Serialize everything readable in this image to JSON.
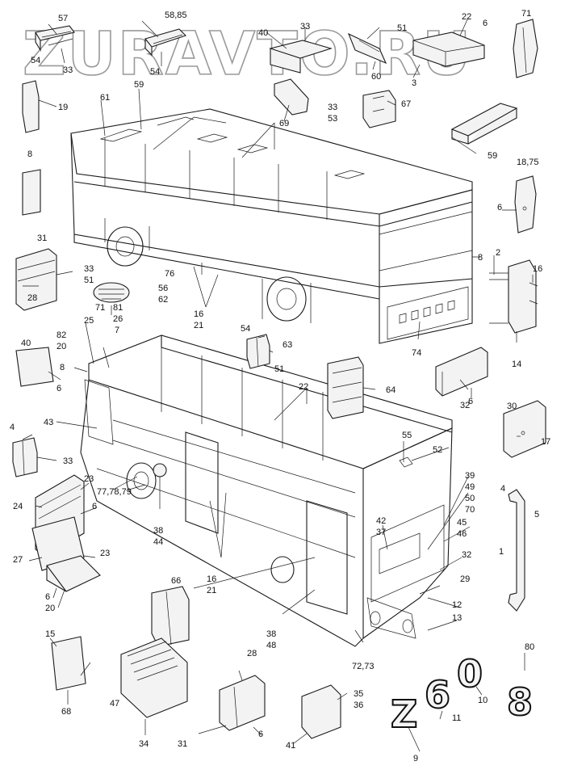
{
  "watermark": "ZURAVTO.RU",
  "plate_glyphs": {
    "z": "Z",
    "six": "6",
    "zero": "0",
    "eight": "8"
  },
  "labels": {
    "n57": "57",
    "n54a": "54",
    "n33a": "33",
    "n58_85": "58,85",
    "n54b": "54",
    "n40a": "40",
    "n33b": "33",
    "n51a": "51",
    "n60": "60",
    "n3": "3",
    "n22a": "22",
    "n6a": "6",
    "n71a": "71",
    "n19": "19",
    "n61": "61",
    "n59a": "59",
    "n69": "69",
    "n33c": "33",
    "n53": "53",
    "n67": "67",
    "n59b": "59",
    "n8a": "8",
    "n18_75": "18,75",
    "n6b": "6",
    "n31a": "31",
    "n33d": "33",
    "n51b": "51",
    "n28a": "28",
    "n56": "56",
    "n62": "62",
    "n71b": "71",
    "n81": "81",
    "n26": "26",
    "n7": "7",
    "n76": "76",
    "n16a": "16",
    "n21a": "21",
    "n8b": "8",
    "n2": "2",
    "n16b": "16",
    "n14": "14",
    "n25": "25",
    "n82": "82",
    "n20a": "20",
    "n40b": "40",
    "n6c": "6",
    "n8c": "8",
    "n54c": "54",
    "n63": "63",
    "n51c": "51",
    "n74": "74",
    "n32a": "32",
    "n6d": "6",
    "n22b": "22",
    "n64": "64",
    "n4a": "4",
    "n43": "43",
    "n33e": "33",
    "n30": "30",
    "n17": "17",
    "n55": "55",
    "n52": "52",
    "n23a": "23",
    "n24": "24",
    "n6e": "6",
    "n23b": "23",
    "n27": "27",
    "n6f": "6",
    "n20b": "20",
    "n77_79": "77,78,79",
    "n38a": "38",
    "n44": "44",
    "n39": "39",
    "n49": "49",
    "n50": "50",
    "n70": "70",
    "n42": "42",
    "n37": "37",
    "n45": "45",
    "n46": "46",
    "n32b": "32",
    "n29": "29",
    "n4b": "4",
    "n5": "5",
    "n1": "1",
    "n66": "66",
    "n16c": "16",
    "n21b": "21",
    "n38b": "38",
    "n48": "48",
    "n72_73": "72,73",
    "n12": "12",
    "n13": "13",
    "n80": "80",
    "n15": "15",
    "n68": "68",
    "n47": "47",
    "n34": "34",
    "n28b": "28",
    "n31b": "31",
    "n6g": "6",
    "n35": "35",
    "n36": "36",
    "n41": "41",
    "n9": "9",
    "n11": "11",
    "n10": "10"
  }
}
